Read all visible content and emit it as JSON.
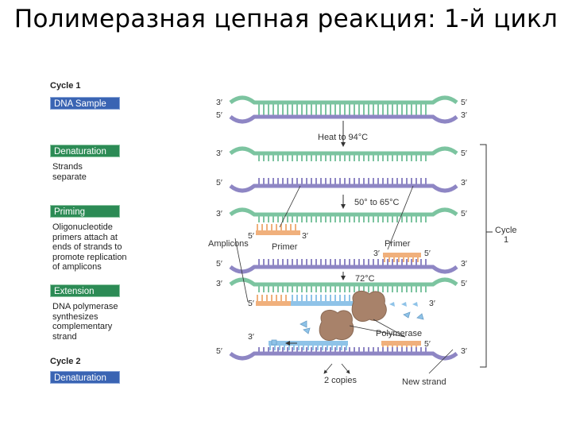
{
  "title": "Полимеразная цепная реакция: 1-й цикл",
  "sidebar": {
    "cycle1": "Cycle 1",
    "cycle2": "Cycle 2",
    "dna_sample": "DNA Sample",
    "denaturation": "Denaturation",
    "denaturation_desc": [
      "Strands",
      "separate"
    ],
    "priming": "Priming",
    "priming_desc": [
      "Oligonucleotide",
      "primers attach at",
      "ends of strands to",
      "promote replication",
      "of amplicons"
    ],
    "extension": "Extension",
    "extension_desc": [
      "DNA polymerase",
      "synthesizes",
      "complementary",
      "strand"
    ],
    "denaturation2": "Denaturation"
  },
  "strand_ends": {
    "three_prime": "3′",
    "five_prime": "5′"
  },
  "steps": {
    "heat": "Heat to 94°C",
    "cool": "50° to 65°C",
    "extend": "72°C"
  },
  "labels": {
    "amplicons": "Amplicons",
    "primer_left": "Primer",
    "primer_right": "Primer",
    "polymerase": "Polymerase",
    "two_copies": "2 copies",
    "new_strand": "New strand",
    "cycle_bracket": [
      "Cycle",
      "1"
    ]
  },
  "colors": {
    "stage_blue": "#3a64b3",
    "stage_green": "#2c8b55",
    "strand_green": "#7cc4a0",
    "strand_purple": "#8e86c4",
    "primer_orange": "#f0b07c",
    "new_blue": "#8fc3e8",
    "polymerase": "#a8826a"
  }
}
